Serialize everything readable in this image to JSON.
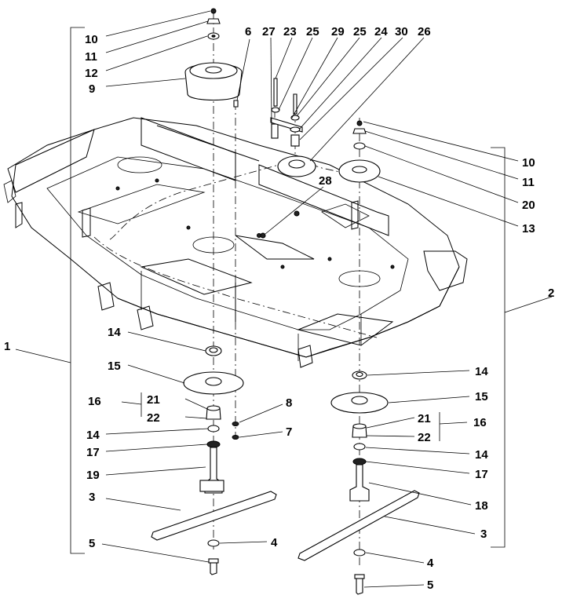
{
  "callouts": {
    "c1": "1",
    "c2": "2",
    "c3a": "3",
    "c3b": "3",
    "c4a": "4",
    "c4b": "4",
    "c5a": "5",
    "c5b": "5",
    "c6": "6",
    "c7": "7",
    "c8": "8",
    "c9": "9",
    "c10a": "10",
    "c10b": "10",
    "c11a": "11",
    "c11b": "11",
    "c12": "12",
    "c13": "13",
    "c14a": "14",
    "c14b": "14",
    "c14c": "14",
    "c14d": "14",
    "c15a": "15",
    "c15b": "15",
    "c16a": "16",
    "c16b": "16",
    "c17a": "17",
    "c17b": "17",
    "c18": "18",
    "c19": "19",
    "c20": "20",
    "c21a": "21",
    "c21b": "21",
    "c22a": "22",
    "c22b": "22",
    "c23": "23",
    "c24": "24",
    "c25a": "25",
    "c25b": "25",
    "c26": "26",
    "c27": "27",
    "c28": "28",
    "c29": "29",
    "c30": "30"
  }
}
